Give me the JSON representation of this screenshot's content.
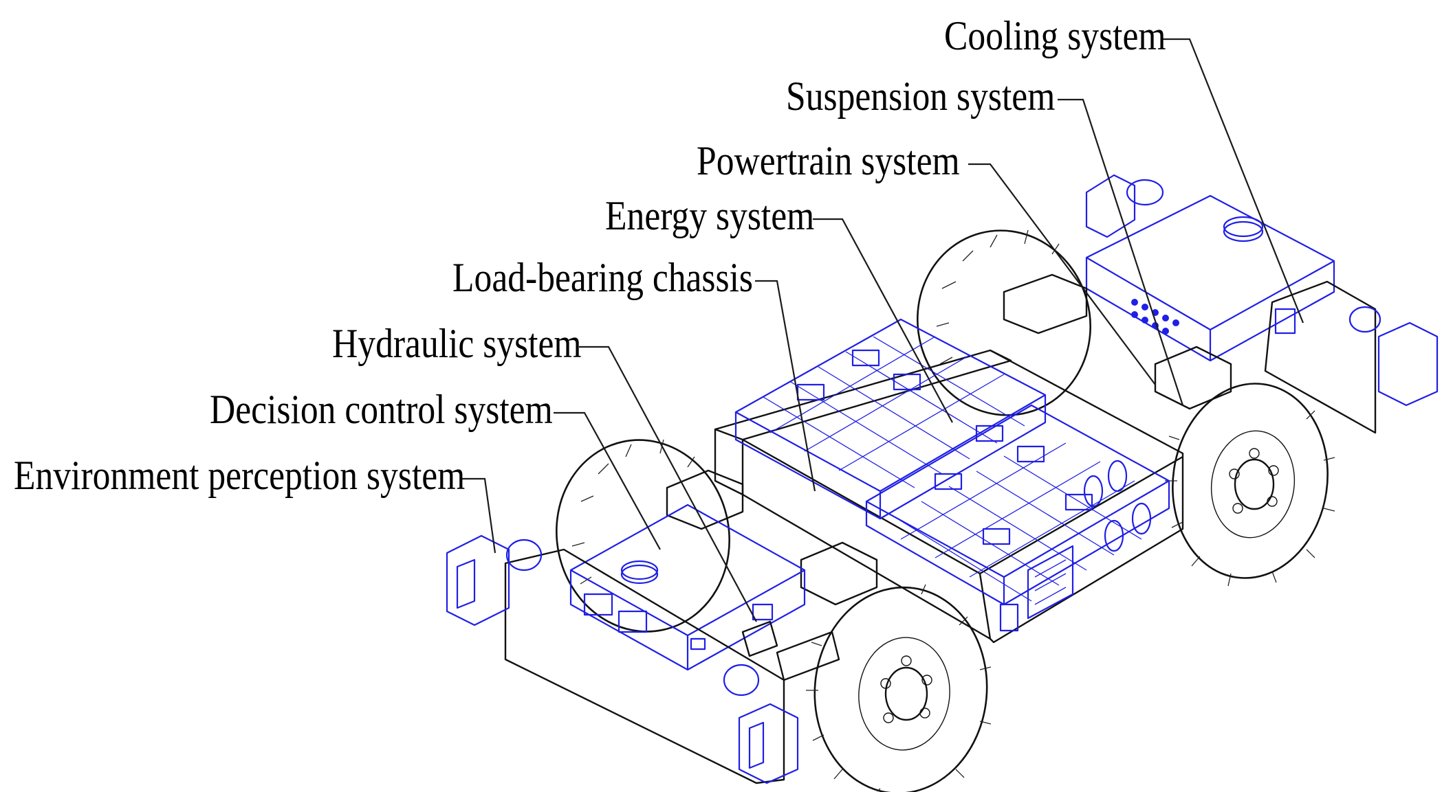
{
  "labels": {
    "cooling": "Cooling system",
    "suspension": "Suspension system",
    "powertrain": "Powertrain system",
    "energy": "Energy system",
    "load_bearing": "Load-bearing chassis",
    "hydraulic": "Hydraulic system",
    "decision_control": "Decision control system",
    "environment_perception": "Environment perception system"
  },
  "colors": {
    "component_outline": "#1f1fe6",
    "structure_outline": "#111111",
    "label_text": "#000000",
    "background": "#ffffff"
  }
}
